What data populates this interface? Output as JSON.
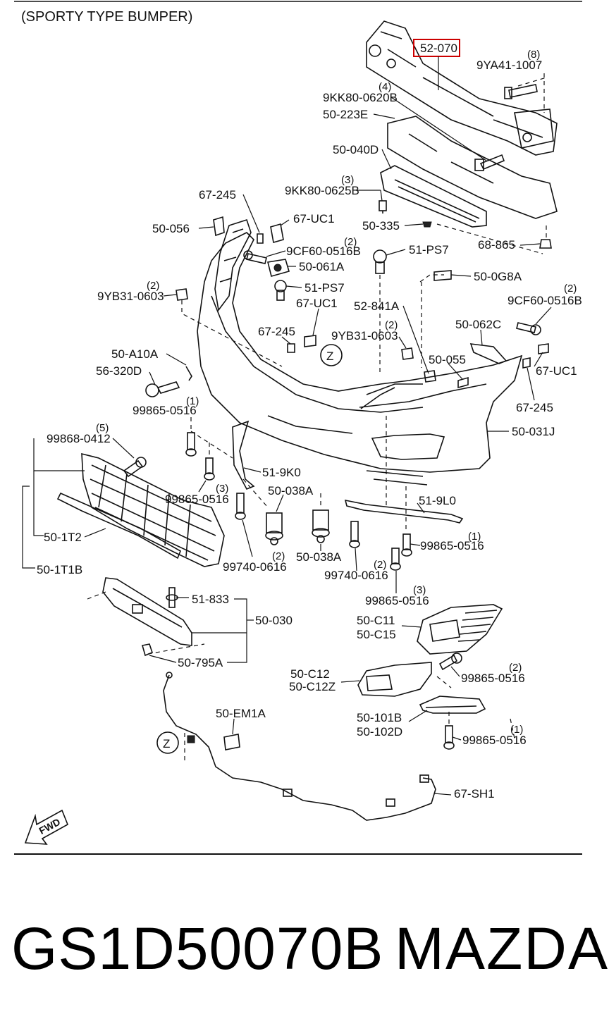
{
  "diagram": {
    "title": "(SPORTY TYPE BUMPER)",
    "highlight_color": "#cc0000",
    "parts": {
      "p52070": "52-070",
      "p9YA41": "9YA41-1007",
      "q9YA41": "(8)",
      "p9KK80_0620": "9KK80-0620B",
      "q9KK80_0620": "(4)",
      "p50_223E": "50-223E",
      "p50_040D": "50-040D",
      "p9KK80_0625": "9KK80-0625B",
      "q9KK80_0625": "(3)",
      "p67_245_a": "67-245",
      "p67_UC1_a": "67-UC1",
      "p50_056": "50-056",
      "p50_335": "50-335",
      "p9CF60_a": "9CF60-0516B",
      "q9CF60_a": "(2)",
      "p51_PS7_a": "51-PS7",
      "p68_865": "68-865",
      "p50_061A": "50-061A",
      "p50_0G8A": "50-0G8A",
      "p9YB31_a": "9YB31-0603",
      "q9YB31_a": "(2)",
      "p51_PS7_b": "51-PS7",
      "p9CF60_b": "9CF60-0516B",
      "q9CF60_b": "(2)",
      "p67_UC1_b": "67-UC1",
      "p52_841A": "52-841A",
      "p50_062C": "50-062C",
      "p67_245_b": "67-245",
      "p9YB31_b": "9YB31-0603",
      "q9YB31_b": "(2)",
      "ref_Z": "Z",
      "p50_A10A": "50-A10A",
      "p50_055": "50-055",
      "p67_UC1_c": "67-UC1",
      "p56_320D": "56-320D",
      "p99865_a": "99865-0516",
      "q99865_a": "(1)",
      "p67_245_c": "67-245",
      "p99868": "99868-0412",
      "q99868": "(5)",
      "p50_031J": "50-031J",
      "p51_9K0": "51-9K0",
      "p99865_b": "99865-0516",
      "q99865_b": "(3)",
      "p50_038A_a": "50-038A",
      "p51_9L0": "51-9L0",
      "p50_1T2": "50-1T2",
      "p99865_c": "99865-0516",
      "q99865_c": "(1)",
      "p50_038A_b": "50-038A",
      "p99740_a": "99740-0616",
      "q99740_a": "(2)",
      "p99740_b": "99740-0616",
      "q99740_b": "(2)",
      "p50_1T1B": "50-1T1B",
      "p99865_d": "99865-0516",
      "q99865_d": "(3)",
      "p51_833": "51-833",
      "p50_030": "50-030",
      "p50_C11": "50-C11",
      "p50_C15": "50-C15",
      "p50_795A": "50-795A",
      "p50_C12": "50-C12",
      "p50_C12Z": "50-C12Z",
      "p99865_e": "99865-0516",
      "q99865_e": "(2)",
      "p50_EM1A": "50-EM1A",
      "p50_101B": "50-101B",
      "p50_102D": "50-102D",
      "p99865_f": "99865-0516",
      "q99865_f": "(1)",
      "ref_Z2": "Z",
      "p67_SH1": "67-SH1",
      "fwd": "FWD"
    }
  },
  "footer": {
    "part_number": "GS1D50070B",
    "brand": "MAZDA"
  }
}
